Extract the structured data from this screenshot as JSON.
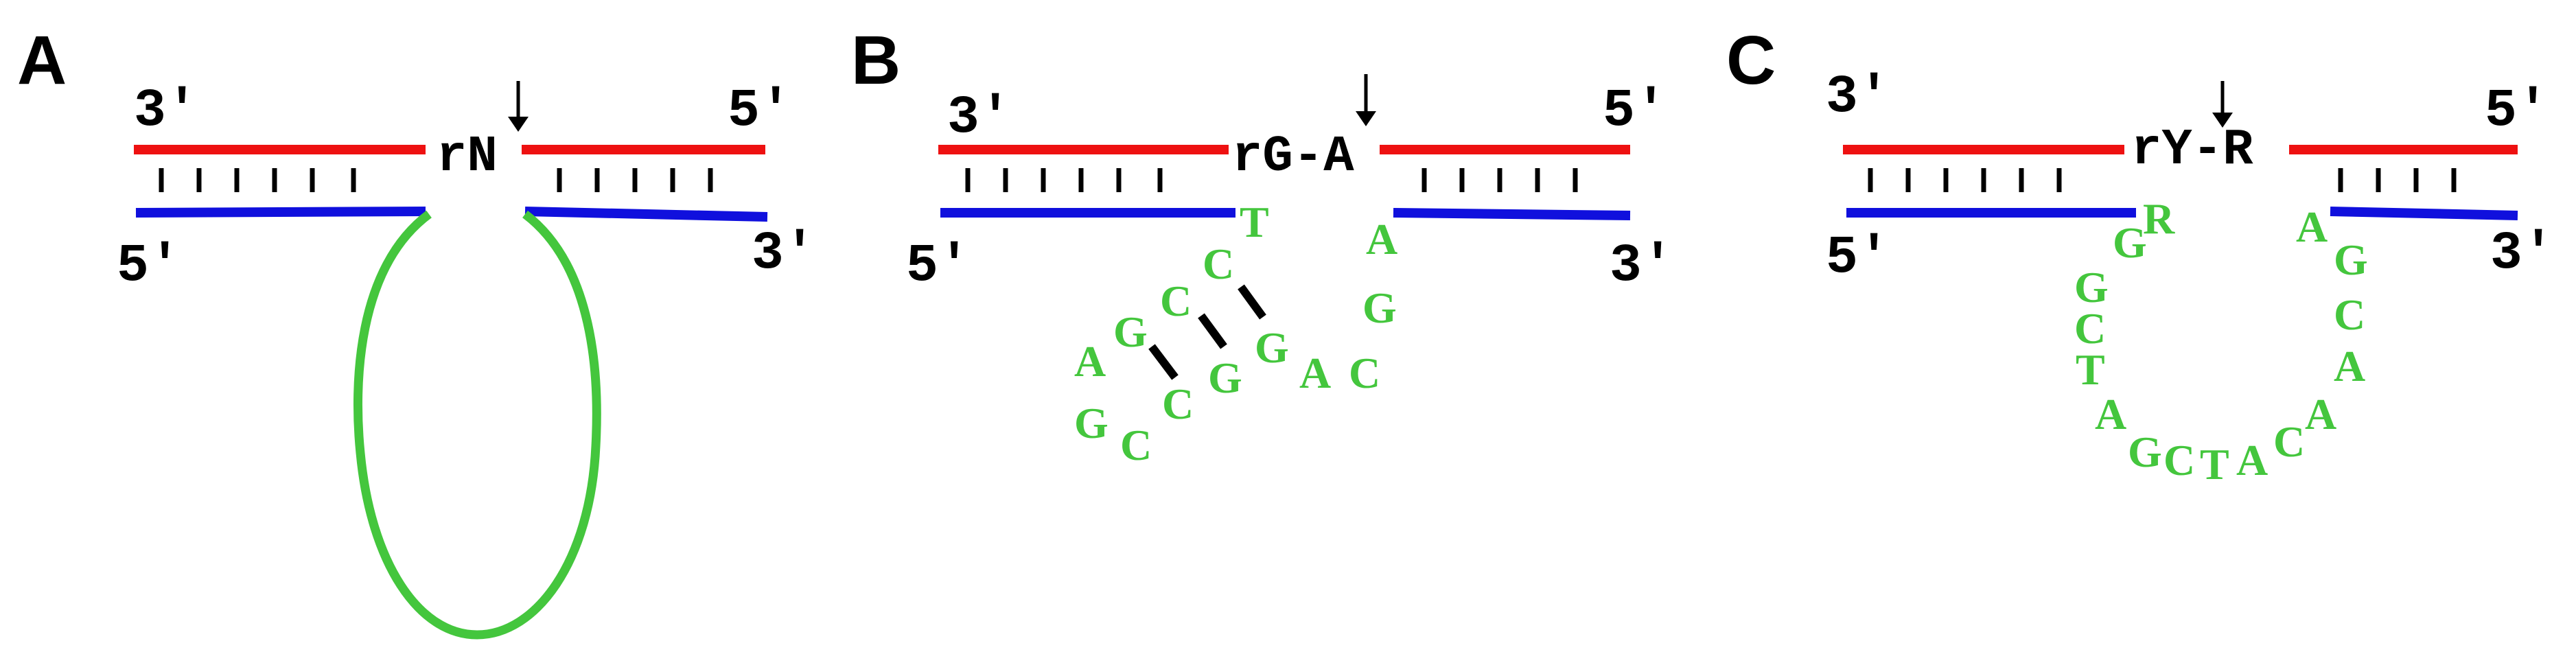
{
  "colors": {
    "strand_top": "#ee1111",
    "strand_bottom": "#1010dd",
    "enzyme": "#44c63d",
    "text": "#000000"
  },
  "panels": [
    {
      "label": "A",
      "top_left": "3'",
      "top_right": "5'",
      "bottom_left": "5'",
      "bottom_right": "3'",
      "cleavage_site": "rN"
    },
    {
      "label": "B",
      "top_left": "3'",
      "top_right": "5'",
      "bottom_left": "5'",
      "bottom_right": "3'",
      "cleavage_site": "rG-A",
      "loop_letters": [
        "T",
        "C",
        "C",
        "G",
        "A",
        "G",
        "C",
        "C",
        "G",
        "G",
        "A",
        "C",
        "G",
        "A"
      ]
    },
    {
      "label": "C",
      "top_left": "3'",
      "top_right": "5'",
      "bottom_left": "5'",
      "bottom_right": "3'",
      "cleavage_site": "rY-R",
      "loop_letters": [
        "R",
        "G",
        "G",
        "C",
        "T",
        "A",
        "G",
        "C",
        "T",
        "A",
        "C",
        "A",
        "A",
        "C",
        "G",
        "A"
      ]
    }
  ]
}
